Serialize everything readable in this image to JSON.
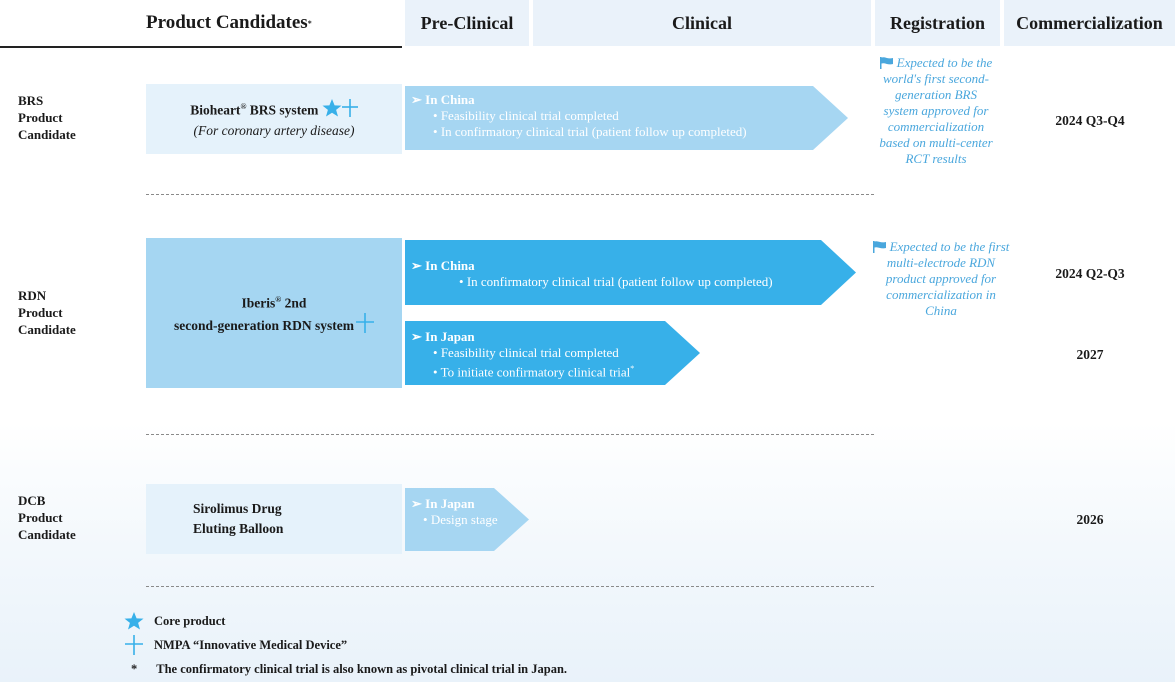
{
  "header": {
    "candidates": "Product Candidates",
    "candidates_sup": "*",
    "preclinical": "Pre-Clinical",
    "clinical": "Clinical",
    "registration": "Registration",
    "commercialization": "Commercialization"
  },
  "colors": {
    "light_blue": "#a6d6f2",
    "mid_blue": "#37b0e9",
    "box_light": "#e5f2fb",
    "box_mid": "#a5d6f2",
    "header_bg": "#eaf2fa",
    "reg_text": "#4aa7dd"
  },
  "rows": [
    {
      "label": [
        "BRS",
        "Product",
        "Candidate"
      ],
      "candidate": {
        "name": "Bioheart",
        "sup": "®",
        "name_rest": " BRS system",
        "sub": "(For coronary artery disease)",
        "icons": [
          "star-icon",
          "cross-icon"
        ]
      },
      "arrows": [
        {
          "location": "In China",
          "bullets": [
            "Feasibility clinical trial completed",
            "In confirmatory clinical trial (patient follow up completed)"
          ]
        }
      ],
      "registration": [
        "Expected to be the",
        "world's first second-",
        "generation BRS",
        "system approved for",
        "commercialization",
        "based on multi-center",
        "RCT results"
      ],
      "commercialization": [
        "2024 Q3-Q4"
      ]
    },
    {
      "label": [
        "RDN",
        "Product",
        "Candidate"
      ],
      "candidate": {
        "name": "Iberis",
        "sup": "®",
        "name_rest": " 2nd",
        "line2": "second-generation RDN system",
        "icons": [
          "cross-icon"
        ]
      },
      "arrows": [
        {
          "location": "In China",
          "bullets": [
            "In confirmatory clinical trial (patient follow up completed)"
          ]
        },
        {
          "location": "In Japan",
          "bullets": [
            "Feasibility clinical trial completed",
            "To initiate confirmatory clinical trial"
          ],
          "last_sup": "*"
        }
      ],
      "registration": [
        "Expected to be the first",
        "multi-electrode RDN",
        "product approved for",
        "commercialization in",
        "China"
      ],
      "commercialization": [
        "2024 Q2-Q3",
        "2027"
      ]
    },
    {
      "label": [
        "DCB",
        "Product",
        "Candidate"
      ],
      "candidate": {
        "line1": "Sirolimus Drug",
        "line2": "Eluting Balloon"
      },
      "arrows": [
        {
          "location": "In Japan",
          "bullets": [
            "Design stage"
          ]
        }
      ],
      "commercialization": [
        "2026"
      ]
    }
  ],
  "legend": {
    "core": "Core product",
    "nmpa": "NMPA “Innovative Medical Device”",
    "note_mark": "*",
    "note": "The confirmatory clinical trial is also known as pivotal clinical trial in Japan."
  }
}
